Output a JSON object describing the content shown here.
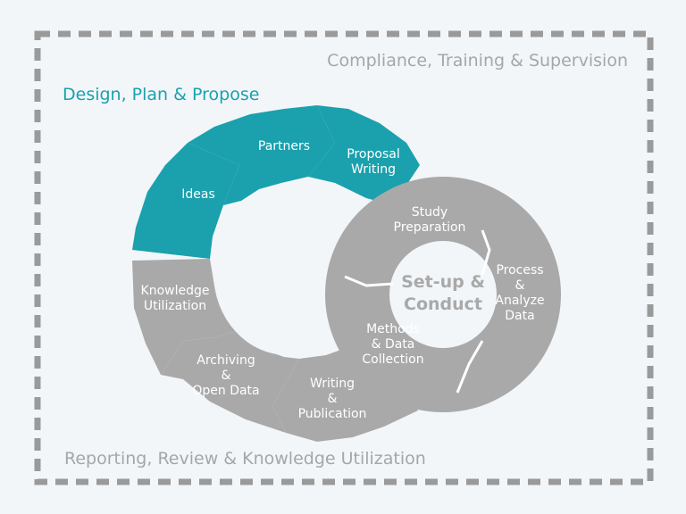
{
  "frame": {
    "top_label": "Compliance, Training & Supervision",
    "bottom_label": "Reporting, Review & Knowledge Utilization"
  },
  "phase": {
    "label": "Design, Plan & Propose"
  },
  "big_cycle": {
    "segments": [
      {
        "lines": [
          "Ideas"
        ]
      },
      {
        "lines": [
          "Partners"
        ]
      },
      {
        "lines": [
          "Proposal",
          "Writing"
        ]
      },
      {
        "lines": [
          "Knowledge",
          "Utilization"
        ]
      },
      {
        "lines": [
          "Archiving",
          "&",
          "Open Data"
        ]
      },
      {
        "lines": [
          "Writing",
          "&",
          "Publication"
        ]
      }
    ]
  },
  "small_cycle": {
    "center_lines": [
      "Set-up &",
      "Conduct"
    ],
    "segments": [
      {
        "lines": [
          "Study",
          "Preparation"
        ]
      },
      {
        "lines": [
          "Process",
          "&",
          "Analyze",
          "Data"
        ]
      },
      {
        "lines": [
          "Methods",
          "& Data",
          "Collection"
        ]
      }
    ]
  },
  "colors": {
    "teal": "#1aa1ad",
    "gray": "#a9a9a9",
    "frame_gray": "#9a9a9a",
    "background": "#f2f6f9"
  }
}
